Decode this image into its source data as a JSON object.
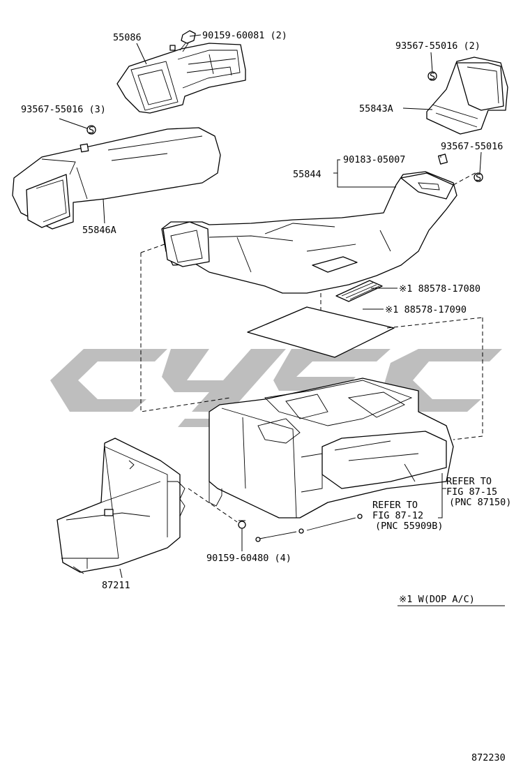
{
  "labels": {
    "p55086": "55086",
    "p90159_60081": "90159-60081 (2)",
    "p93567_3": "93567-55016 (3)",
    "p55846A": "55846A",
    "p93567_2": "93567-55016 (2)",
    "p55843A": "55843A",
    "p90183": "90183-05007",
    "p93567_1": "93567-55016",
    "p55844": "55844",
    "p88578_17080": "※1 88578-17080",
    "p88578_17090": "※1 88578-17090",
    "refer_8715_line1": "REFER TO",
    "refer_8715_line2": "FIG 87-15",
    "refer_8715_line3": "(PNC 87150)",
    "refer_8712_line1": "REFER TO",
    "refer_8712_line2": "FIG 87-12",
    "refer_8712_line3": "(PNC 55909B)",
    "p90159_60480": "90159-60480 (4)",
    "p87211": "87211",
    "note": "※1 W(DOP A/C)",
    "figure_number": "872230"
  },
  "icons": {
    "clip": "S"
  }
}
